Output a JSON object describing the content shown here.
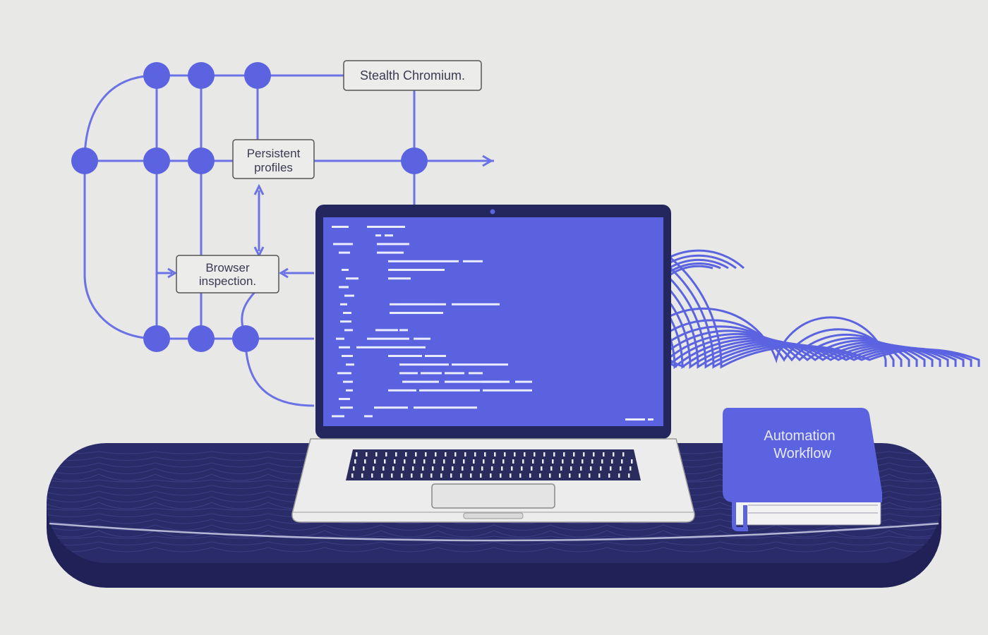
{
  "labels": {
    "stealth": "Stealth Chromium.",
    "persistent_line1": "Persistent",
    "persistent_line2": "profiles",
    "browser_line1": "Browser",
    "browser_line2": "inspection."
  },
  "book": {
    "line1": "Automation",
    "line2": "Workflow"
  },
  "icons": {
    "cloud": "fingerprint-cloud-icon",
    "laptop": "laptop-icon",
    "book": "book-icon",
    "network": "network-diagram-icon"
  },
  "colors": {
    "background": "#e8e8e6",
    "accent": "#5b63e0",
    "line": "#6b72e6",
    "navy": "#24265e",
    "screen": "#5a62e0",
    "code": "#e9ebff",
    "laptop_body": "#ececec",
    "book": "#5b63e0"
  }
}
